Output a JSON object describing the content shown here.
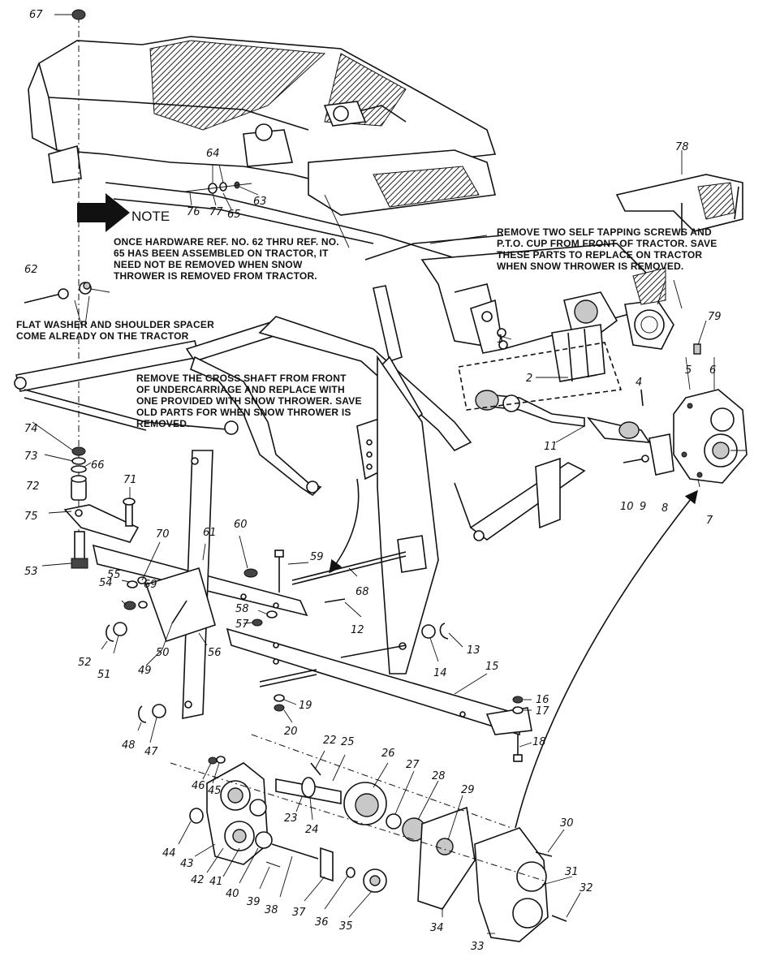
{
  "notes": {
    "note_label": "NOTE",
    "hardware_lines": [
      "ONCE HARDWARE REF. NO. 62 THRU REF. NO.",
      "65 HAS BEEN ASSEMBLED ON TRACTOR, IT",
      "NEED NOT BE REMOVED WHEN SNOW",
      "THROWER IS REMOVED FROM TRACTOR."
    ],
    "self_tapping_lines": [
      "REMOVE TWO SELF TAPPING SCREWS AND",
      "P.T.O. CUP FROM FRONT OF TRACTOR. SAVE",
      "THESE PARTS TO REPLACE ON TRACTOR",
      "WHEN SNOW THROWER IS REMOVED."
    ],
    "flat_washer_lines": [
      "FLAT WASHER AND SHOULDER SPACER",
      "COME ALREADY ON THE TRACTOR"
    ],
    "cross_shaft_lines": [
      "REMOVE THE CROSS SHAFT FROM FRONT",
      "OF UNDERCARRIAGE AND REPLACE WITH",
      "ONE PROVIDED WITH SNOW THROWER. SAVE",
      "OLD PARTS FOR WHEN SNOW THROWER IS",
      "REMOVED."
    ]
  },
  "part_numbers": [
    {
      "id": "67",
      "label": "67"
    },
    {
      "id": "64",
      "label": "64"
    },
    {
      "id": "63",
      "label": "63"
    },
    {
      "id": "65",
      "label": "65"
    },
    {
      "id": "76",
      "label": "76"
    },
    {
      "id": "77",
      "label": "77"
    },
    {
      "id": "78",
      "label": "78"
    },
    {
      "id": "62",
      "label": "62"
    },
    {
      "id": "1",
      "label": "1"
    },
    {
      "id": "2",
      "label": "2"
    },
    {
      "id": "4",
      "label": "4"
    },
    {
      "id": "79",
      "label": "79"
    },
    {
      "id": "5",
      "label": "5"
    },
    {
      "id": "6",
      "label": "6"
    },
    {
      "id": "11",
      "label": "11"
    },
    {
      "id": "74",
      "label": "74"
    },
    {
      "id": "73",
      "label": "73"
    },
    {
      "id": "66",
      "label": "66"
    },
    {
      "id": "72",
      "label": "72"
    },
    {
      "id": "71",
      "label": "71"
    },
    {
      "id": "75",
      "label": "75"
    },
    {
      "id": "10",
      "label": "10"
    },
    {
      "id": "9",
      "label": "9"
    },
    {
      "id": "8",
      "label": "8"
    },
    {
      "id": "7",
      "label": "7"
    },
    {
      "id": "60",
      "label": "60"
    },
    {
      "id": "61",
      "label": "61"
    },
    {
      "id": "70",
      "label": "70"
    },
    {
      "id": "53",
      "label": "53"
    },
    {
      "id": "59",
      "label": "59"
    },
    {
      "id": "55",
      "label": "55"
    },
    {
      "id": "69",
      "label": "69"
    },
    {
      "id": "54",
      "label": "54"
    },
    {
      "id": "68",
      "label": "68"
    },
    {
      "id": "58",
      "label": "58"
    },
    {
      "id": "12",
      "label": "12"
    },
    {
      "id": "57",
      "label": "57"
    },
    {
      "id": "13",
      "label": "13"
    },
    {
      "id": "52",
      "label": "52"
    },
    {
      "id": "51",
      "label": "51"
    },
    {
      "id": "50",
      "label": "50"
    },
    {
      "id": "56",
      "label": "56"
    },
    {
      "id": "14",
      "label": "14"
    },
    {
      "id": "15",
      "label": "15"
    },
    {
      "id": "49",
      "label": "49"
    },
    {
      "id": "16",
      "label": "16"
    },
    {
      "id": "17",
      "label": "17"
    },
    {
      "id": "19",
      "label": "19"
    },
    {
      "id": "20",
      "label": "20"
    },
    {
      "id": "48",
      "label": "48"
    },
    {
      "id": "47",
      "label": "47"
    },
    {
      "id": "18",
      "label": "18"
    },
    {
      "id": "22",
      "label": "22"
    },
    {
      "id": "25",
      "label": "25"
    },
    {
      "id": "26",
      "label": "26"
    },
    {
      "id": "27",
      "label": "27"
    },
    {
      "id": "28",
      "label": "28"
    },
    {
      "id": "46",
      "label": "46"
    },
    {
      "id": "45",
      "label": "45"
    },
    {
      "id": "29",
      "label": "29"
    },
    {
      "id": "23",
      "label": "23"
    },
    {
      "id": "24",
      "label": "24"
    },
    {
      "id": "30",
      "label": "30"
    },
    {
      "id": "44",
      "label": "44"
    },
    {
      "id": "43",
      "label": "43"
    },
    {
      "id": "42",
      "label": "42"
    },
    {
      "id": "41",
      "label": "41"
    },
    {
      "id": "40",
      "label": "40"
    },
    {
      "id": "39",
      "label": "39"
    },
    {
      "id": "38",
      "label": "38"
    },
    {
      "id": "37",
      "label": "37"
    },
    {
      "id": "36",
      "label": "36"
    },
    {
      "id": "35",
      "label": "35"
    },
    {
      "id": "34",
      "label": "34"
    },
    {
      "id": "31",
      "label": "31"
    },
    {
      "id": "32",
      "label": "32"
    },
    {
      "id": "33",
      "label": "33"
    }
  ]
}
